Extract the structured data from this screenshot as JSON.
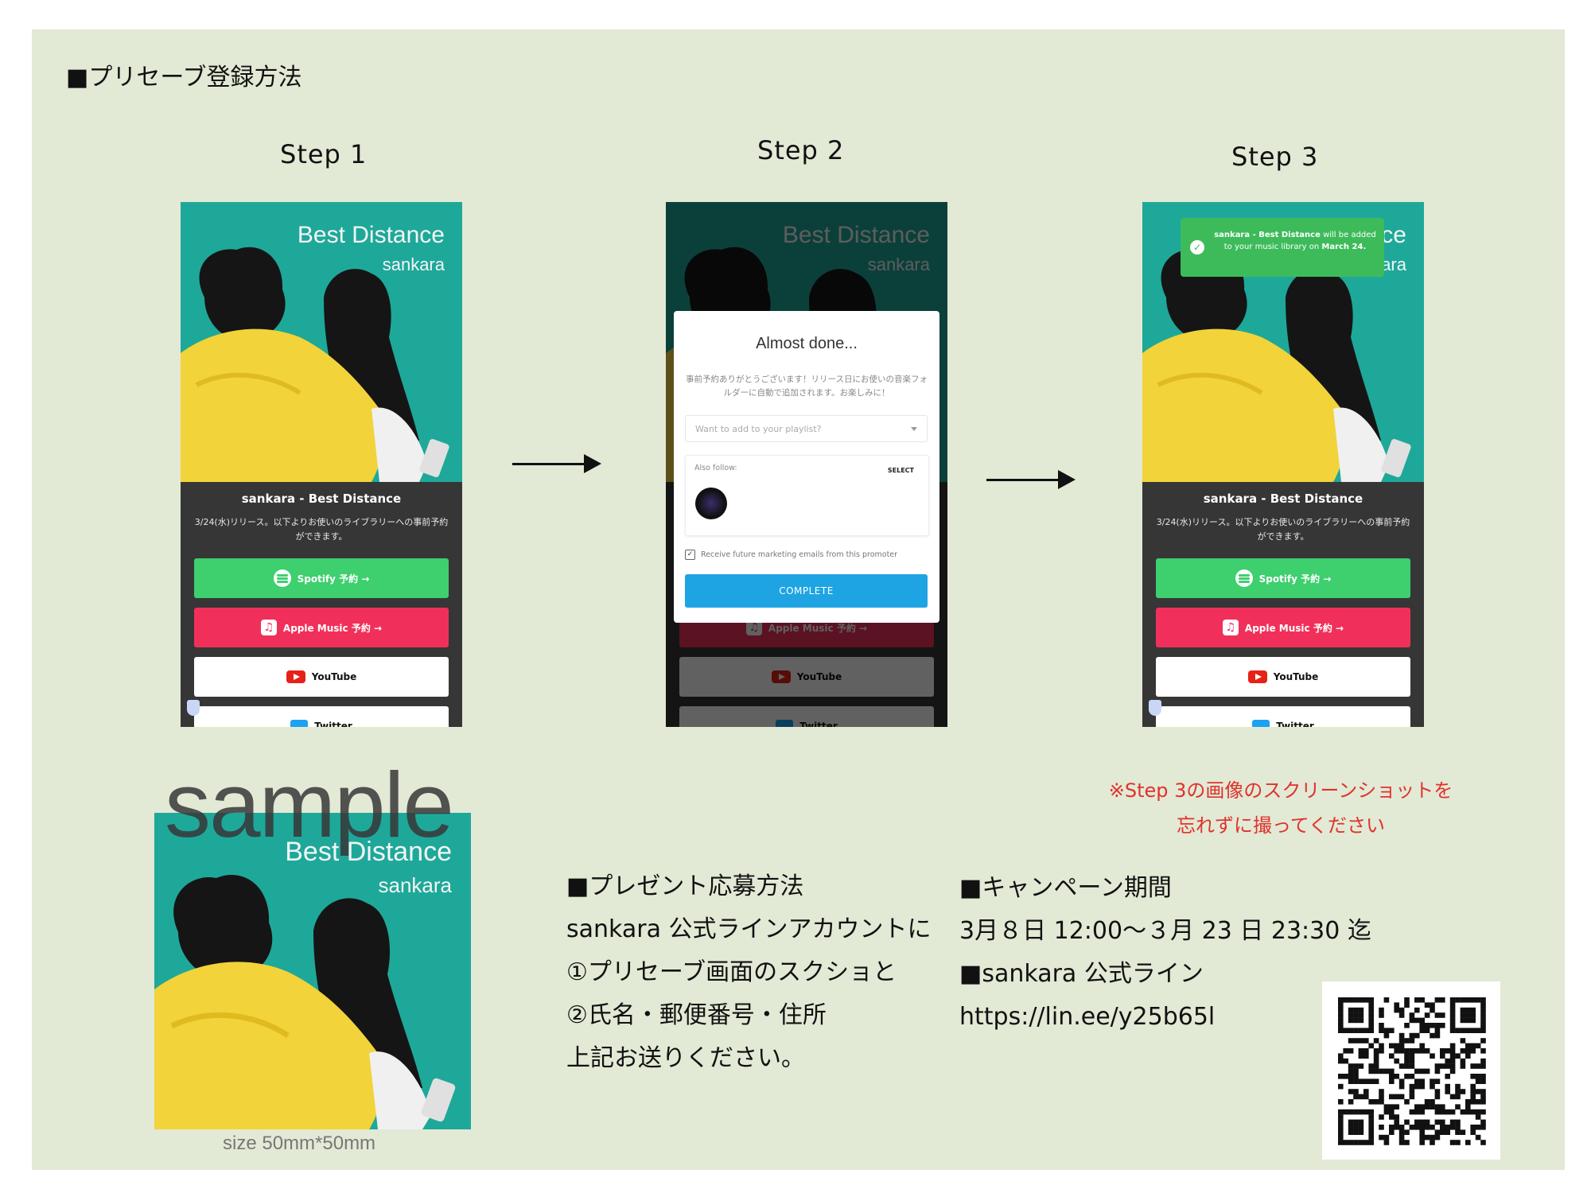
{
  "main_title": "■プリセーブ登録方法",
  "steps": [
    {
      "label": "Step 1"
    },
    {
      "label": "Step 2"
    },
    {
      "label": "Step 3"
    }
  ],
  "phone": {
    "art_title": "Best Distance",
    "art_artist": "sankara",
    "release_title": "sankara - Best Distance",
    "description": "3/24(水)リリース。以下よりお使いのライブラリーへの事前予約ができます。",
    "spotify_label": "Spotify 予約 →",
    "apple_label": "Apple Music 予約 →",
    "youtube_label": "YouTube",
    "twitter_label": "Twitter"
  },
  "modal": {
    "title": "Almost done...",
    "text": "事前予約ありがとうございます！リリース日にお使いの音楽フォルダーに自動で追加されます。お楽しみに！",
    "select_placeholder": "Want to add to your playlist?",
    "follow_label": "Also follow:",
    "follow_select": "SELECT",
    "checkbox_label": "Receive future marketing emails from this promoter",
    "complete_label": "COMPLETE"
  },
  "toast": {
    "bold1": "sankara - Best Distance",
    "text1": " will be added to your music library on ",
    "bold2": "March 24."
  },
  "note": {
    "line1": "※Step 3の画像のスクリーンショットを",
    "line2": "忘れずに撮ってください"
  },
  "sample": {
    "word": "sample",
    "title": "Best Distance",
    "artist": "sankara",
    "size": "size 50mm*50mm"
  },
  "present": {
    "heading": "■プレゼント応募方法",
    "line1": "sankara 公式ラインアカウントに",
    "line2": "①プリセーブ画面のスクショと",
    "line3": "②氏名・郵便番号・住所",
    "line4": "上記お送りください。"
  },
  "campaign": {
    "heading": "■キャンペーン期間",
    "period": " 3月８日 12:00〜３月 23 日 23:30 迄",
    "line_heading": "■sankara 公式ライン",
    "url": "https://lin.ee/y25b65l"
  },
  "colors": {
    "background": "#e2e9d5",
    "teal": "#1ea89a",
    "spotify": "#3ecf6e",
    "apple": "#f0305a",
    "complete": "#1ea4e3",
    "toast": "#3dbb5a",
    "note": "#e0322c"
  }
}
